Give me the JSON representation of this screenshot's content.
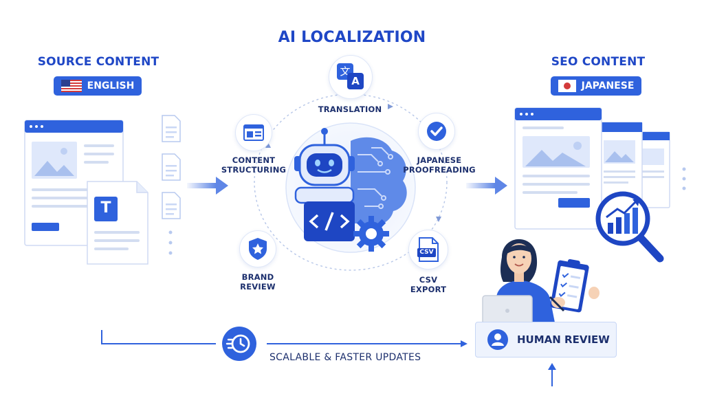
{
  "header": {
    "title": "AI LOCALIZATION"
  },
  "source": {
    "title": "SOURCE CONTENT",
    "language": "ENGLISH",
    "flag_icon": "us-flag-icon"
  },
  "target": {
    "title": "SEO CONTENT",
    "language": "JAPANESE",
    "flag_icon": "japan-flag-icon"
  },
  "steps": {
    "translation": "TRANSLATION",
    "structuring": [
      "CONTENT",
      "STRUCTURING"
    ],
    "proofreading": [
      "JAPANESE",
      "PROOFREADING"
    ],
    "brand": [
      "BRAND",
      "REVIEW"
    ],
    "csv": [
      "CSV",
      "EXPORT"
    ],
    "csv_file_badge": "CSV",
    "translate_glyph_a": "文",
    "translate_glyph_b": "A"
  },
  "source_doc": {
    "text_badge": "T"
  },
  "human": {
    "label": "HUMAN REVIEW"
  },
  "footer": {
    "caption": "SCALABLE & FASTER UPDATES"
  },
  "colors": {
    "primary": "#2f62dd",
    "dark": "#1f47c6",
    "light": "#dce6fb",
    "text": "#1c2f6d"
  }
}
